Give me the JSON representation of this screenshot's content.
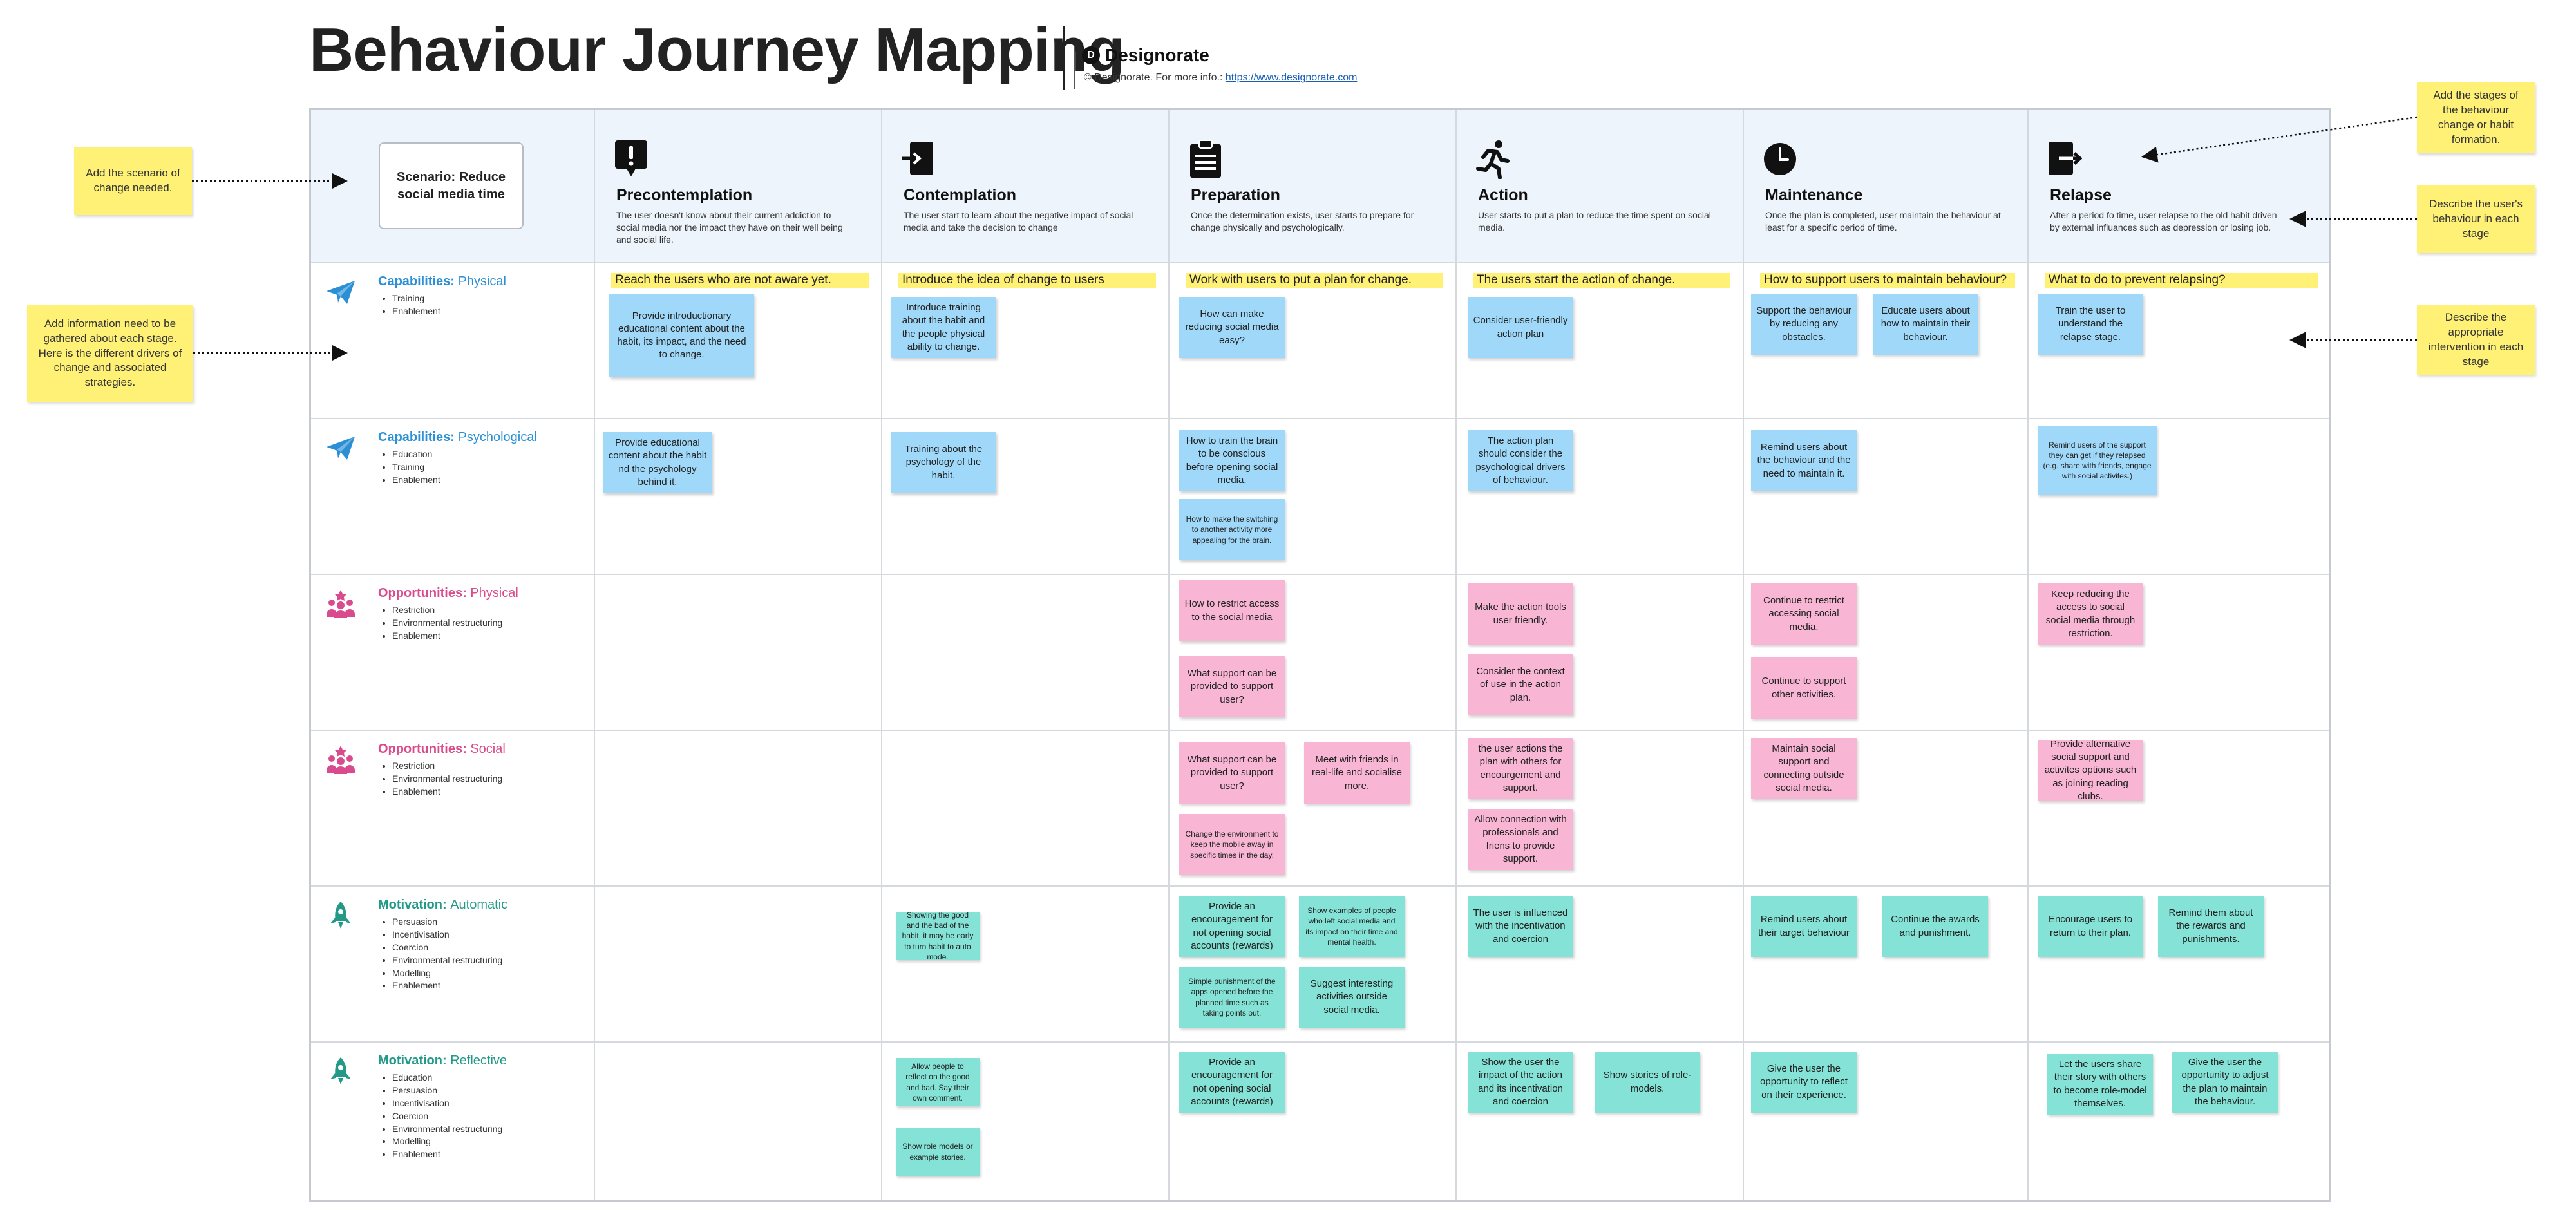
{
  "header": {
    "title": "Behaviour Journey Mapping",
    "brand": "Designorate",
    "brand_logo_letter": "D",
    "copyright_prefix": "© Designorate. For more info.: ",
    "copyright_link": "https://www.designorate.com"
  },
  "scenario": {
    "text": "Scenario: Reduce social media time"
  },
  "stages": [
    {
      "name": "Precontemplation",
      "icon": "alert-icon",
      "description": "The user doesn't know about their current addiction to social media nor the impact they have on their well being and social life."
    },
    {
      "name": "Contemplation",
      "icon": "enter-icon",
      "description": "The user start to learn about the negative impact of social media and take the decision to change"
    },
    {
      "name": "Preparation",
      "icon": "clipboard-icon",
      "description": "Once the determination exists, user starts to prepare for change physically and psychologically."
    },
    {
      "name": "Action",
      "icon": "running-person-icon",
      "description": "User starts to put a plan to reduce the time spent on social media."
    },
    {
      "name": "Maintenance",
      "icon": "clock-icon",
      "description": "Once the plan is completed, user maintain the behaviour at least for a specific period of time."
    },
    {
      "name": "Relapse",
      "icon": "exit-icon",
      "description": "After a period fo time, user relapse to the old habit driven by external influances such as depression or losing job."
    }
  ],
  "stage_goals": [
    "Reach the users who are not aware yet.",
    "Introduce the idea of change to users",
    "Work with users to put a plan for change.",
    "The users start the action of change.",
    "How to support users to maintain behaviour?",
    "What to do to prevent relapsing?"
  ],
  "rows": [
    {
      "title": "Capabilities:",
      "subtitle": "Physical",
      "icon": "paper-plane-icon",
      "color": "#2b8fd6",
      "items": [
        "Training",
        "Enablement"
      ]
    },
    {
      "title": "Capabilities:",
      "subtitle": "Psychological",
      "icon": "paper-plane-icon",
      "color": "#2b8fd6",
      "items": [
        "Education",
        "Training",
        "Enablement"
      ]
    },
    {
      "title": "Opportunities:",
      "subtitle": "Physical",
      "icon": "people-icon",
      "color": "#d94b8c",
      "items": [
        "Restriction",
        "Environmental restructuring",
        "Enablement"
      ]
    },
    {
      "title": "Opportunities:",
      "subtitle": "Social",
      "icon": "people-icon",
      "color": "#d94b8c",
      "items": [
        "Restriction",
        "Environmental restructuring",
        "Enablement"
      ]
    },
    {
      "title": "Motivation:",
      "subtitle": "Automatic",
      "icon": "rocket-icon",
      "color": "#239a88",
      "items": [
        "Persuasion",
        "Incentivisation",
        "Coercion",
        "Environmental restructuring",
        "Modelling",
        "Enablement"
      ]
    },
    {
      "title": "Motivation:",
      "subtitle": "Reflective",
      "icon": "rocket-icon",
      "color": "#239a88",
      "items": [
        "Education",
        "Persuasion",
        "Incentivisation",
        "Coercion",
        "Environmental restructuring",
        "Modelling",
        "Enablement"
      ]
    }
  ],
  "cells": [
    [
      [
        "Provide introductionary educational content about the habit, its impact, and the need to change."
      ],
      [
        "Introduce training about the habit and the people physical ability to change."
      ],
      [
        "How can make reducing social media easy?"
      ],
      [
        "Consider user-friendly action plan"
      ],
      [
        "Support the behaviour by reducing any obstacles.",
        "Educate users about how to maintain their behaviour."
      ],
      [
        "Train the user to understand the relapse stage."
      ]
    ],
    [
      [
        "Provide educational content about the habit nd the psychology behind it."
      ],
      [
        "Training about the psychology of the habit."
      ],
      [
        "How to train the brain to be conscious before opening social media.",
        "How to make the switching to another activity more appealing for the brain."
      ],
      [
        "The action plan should consider the psychological drivers of behaviour."
      ],
      [
        "Remind users about the behaviour and the need to maintain it."
      ],
      [
        "Remind users of the support they can get if they relapsed (e.g. share with friends, engage with social activites.)"
      ]
    ],
    [
      [],
      [],
      [
        "How to restrict access to the social media",
        "What support can be provided to support user?"
      ],
      [
        "Make the action tools user friendly.",
        "Consider the context of use in the action plan."
      ],
      [
        "Continue to restrict accessing social media.",
        "Continue to support other activities."
      ],
      [
        "Keep reducing the access to social social media through restriction."
      ]
    ],
    [
      [],
      [],
      [
        "What support can be provided to support user?",
        "Meet with friends in real-life and socialise more.",
        "Change the environment to keep the mobile away in specific times in the day."
      ],
      [
        "the user actions the plan with others for encourgement and support.",
        "Allow connection with professionals and friens to provide support."
      ],
      [
        "Maintain social support and connecting outside social media."
      ],
      [
        "Provide alternative social support and activites options such as joining reading clubs."
      ]
    ],
    [
      [],
      [
        "Showing the good and the bad of the habit, it may be early to turn habit to auto mode."
      ],
      [
        "Provide an encouragement for not opening social accounts (rewards)",
        "Show examples of people who left social media and its impact on their time and mental health.",
        "Simple punishment of the apps opened before the planned time such as taking points out.",
        "Suggest interesting activities outside social media."
      ],
      [
        "The user is influenced with the incentivation and coercion"
      ],
      [
        "Remind users about their target behaviour",
        "Continue the awards and punishment."
      ],
      [
        "Encourage users to return to their plan.",
        "Remind them about the rewards and punishments."
      ]
    ],
    [
      [],
      [
        "Allow people to reflect on the good and bad. Say their own comment.",
        "Show role models or example stories."
      ],
      [
        "Provide an encouragement for not opening social accounts (rewards)"
      ],
      [
        "Show the user the impact of the action and its incentivation and coercion",
        "Show stories of role-models."
      ],
      [
        "Give the user the opportunity to reflect on their experience."
      ],
      [
        "Let the users share their story with others to become role-model themselves.",
        "Give the user the opportunity to adjust the plan to maintain the behaviour."
      ]
    ]
  ],
  "annotations": {
    "scenario": "Add the scenario of change needed.",
    "drivers": "Add information need to be gathered about each stage. Here is the different drivers of change and associated strategies.",
    "stages": "Add the stages of the behaviour change or habit formation.",
    "behaviour": "Describe the user's behaviour in each stage",
    "intervention": "Describe the appropriate intervention in each stage"
  },
  "colors": {
    "yellow": "#fff176",
    "blue": "#9fd8f8",
    "pink": "#f8b6d4",
    "teal": "#84e2d6",
    "header_band": "#eef4fb",
    "grid": "#d5d8dd"
  }
}
